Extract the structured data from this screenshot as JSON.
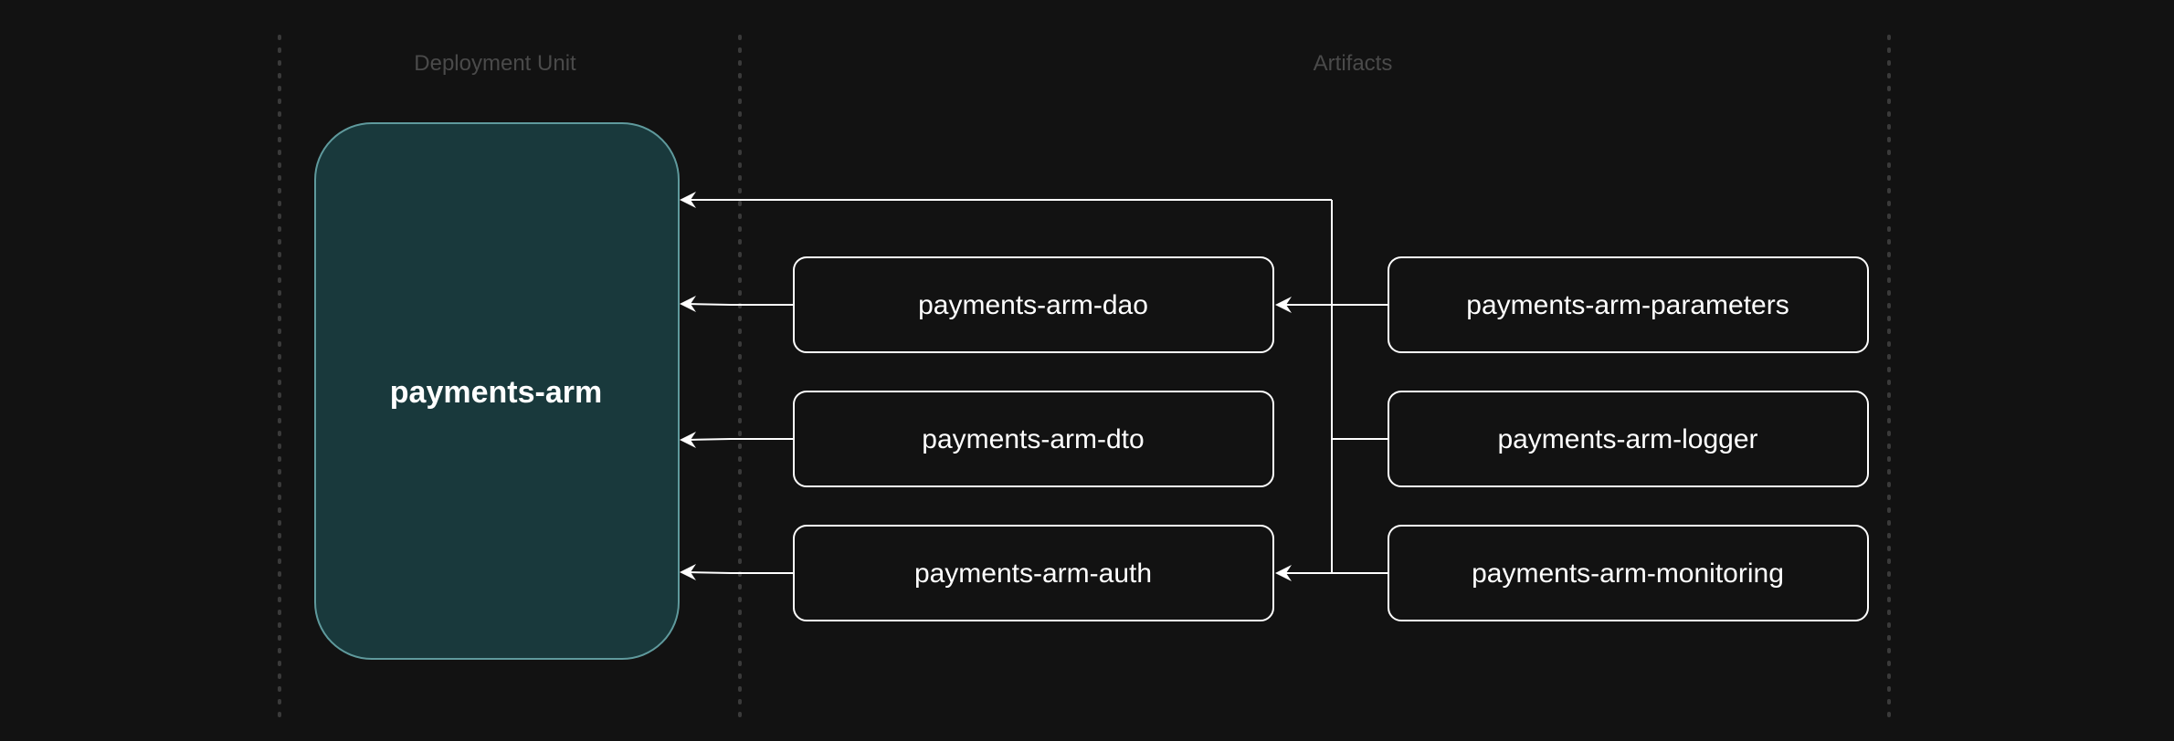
{
  "columns": {
    "deployment_unit": "Deployment Unit",
    "artifacts": "Artifacts"
  },
  "deployment_unit": {
    "label": "payments-arm"
  },
  "artifacts": {
    "dao": "payments-arm-dao",
    "dto": "payments-arm-dto",
    "auth": "payments-arm-auth",
    "parameters": "payments-arm-parameters",
    "logger": "payments-arm-logger",
    "monitoring": "payments-arm-monitoring"
  },
  "colors": {
    "background": "#121212",
    "unit_fill": "#19393c",
    "unit_border": "#5f9a9d",
    "artifact_border": "#ffffff",
    "edge": "#ffffff",
    "column_label": "#4a4a4a"
  }
}
